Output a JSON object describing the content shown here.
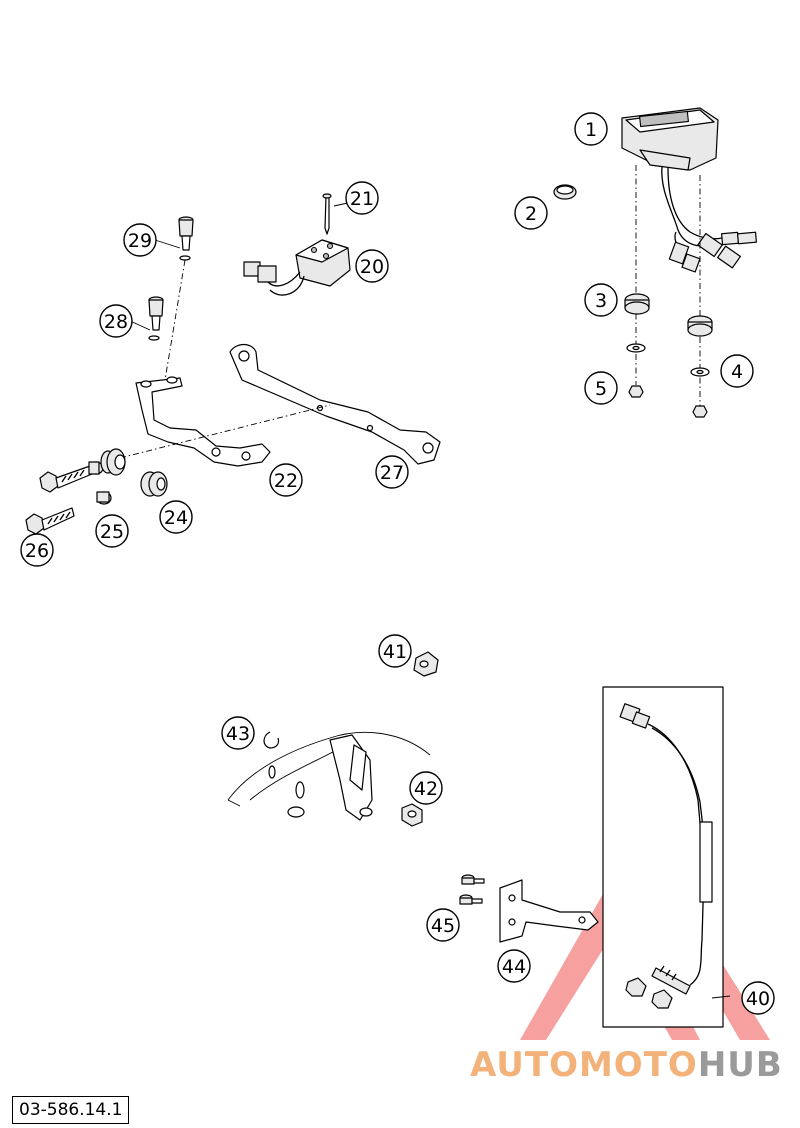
{
  "callouts": [
    {
      "id": "c1",
      "label": "1"
    },
    {
      "id": "c2",
      "label": "2"
    },
    {
      "id": "c3",
      "label": "3"
    },
    {
      "id": "c4",
      "label": "4"
    },
    {
      "id": "c5",
      "label": "5"
    },
    {
      "id": "c20",
      "label": "20"
    },
    {
      "id": "c21",
      "label": "21"
    },
    {
      "id": "c22",
      "label": "22"
    },
    {
      "id": "c24",
      "label": "24"
    },
    {
      "id": "c25",
      "label": "25"
    },
    {
      "id": "c26",
      "label": "26"
    },
    {
      "id": "c27",
      "label": "27"
    },
    {
      "id": "c28",
      "label": "28"
    },
    {
      "id": "c29",
      "label": "29"
    },
    {
      "id": "c40",
      "label": "40"
    },
    {
      "id": "c41",
      "label": "41"
    },
    {
      "id": "c42",
      "label": "42"
    },
    {
      "id": "c43",
      "label": "43"
    },
    {
      "id": "c44",
      "label": "44"
    },
    {
      "id": "c45",
      "label": "45"
    }
  ],
  "reference_code": "03-586.14.1",
  "watermark": {
    "part1": "AUTOMOTO",
    "part2": "HUB",
    "accent": "#e23b3b"
  }
}
